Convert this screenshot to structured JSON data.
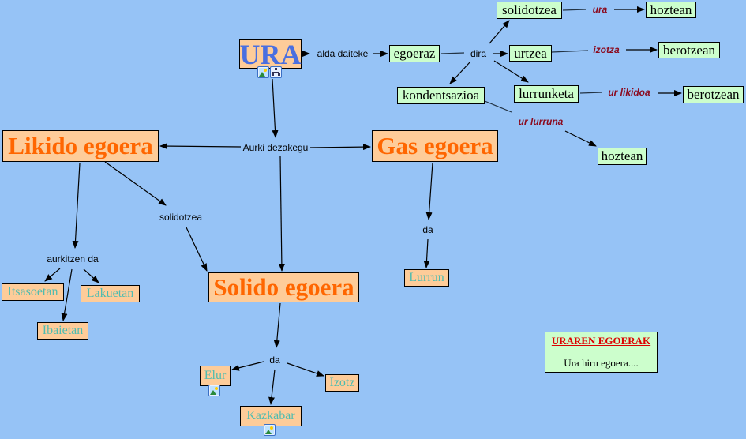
{
  "nodes": {
    "ura": "URA",
    "egoeraz": "egoeraz",
    "solidotzea": "solidotzea",
    "hoztean1": "hoztean",
    "urtzea": "urtzea",
    "berotzean1": "berotzean",
    "kondentsazioa": "kondentsazioa",
    "lurrunketa": "lurrunketa",
    "berotzean2": "berotzean",
    "hoztean2": "hoztean",
    "likido": "Likido egoera",
    "gas": "Gas egoera",
    "solido": "Solido egoera",
    "itsasoetan": "Itsasoetan",
    "lakuetan": "Lakuetan",
    "ibaietan": "Ibaietan",
    "lurrun": "Lurrun",
    "elur": "Elur",
    "izotz": "Izotz",
    "kazkabar": "Kazkabar"
  },
  "links": {
    "alda_daiteke": "alda daiteke",
    "dira": "dira",
    "ura": "ura",
    "izotza": "izotza",
    "ur_likidoa": "ur likidoa",
    "ur_lurruna": "ur lurruna",
    "aurki_dezakegu": "Aurki dezakegu",
    "solidotzea": "solidotzea",
    "aurkitzen_da": "aurkitzen da",
    "da_gas": "da",
    "da_solido": "da"
  },
  "note": {
    "title": "URAREN EGOERAK",
    "body": "Ura hiru egoera...."
  }
}
